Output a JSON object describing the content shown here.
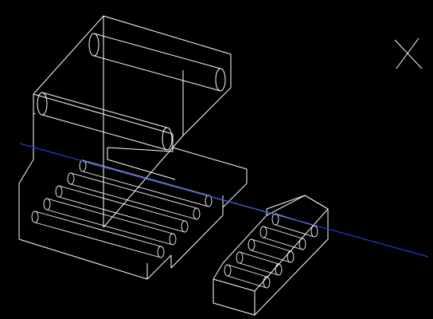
{
  "viewport": {
    "background": "#000000",
    "wire_color": "#ffffff",
    "axis_color": "#1f3bd6"
  },
  "objects": [
    {
      "name": "upper-housing-with-two-rods",
      "kind": "wireframe-block"
    },
    {
      "name": "lower-base-with-five-rods",
      "kind": "wireframe-block"
    },
    {
      "name": "small-right-block-with-five-rods",
      "kind": "wireframe-block"
    }
  ],
  "guide_line": {
    "name": "blue-construction-line",
    "color": "#1f3bd6"
  },
  "cursor": {
    "icon": "crosshair-icon"
  }
}
